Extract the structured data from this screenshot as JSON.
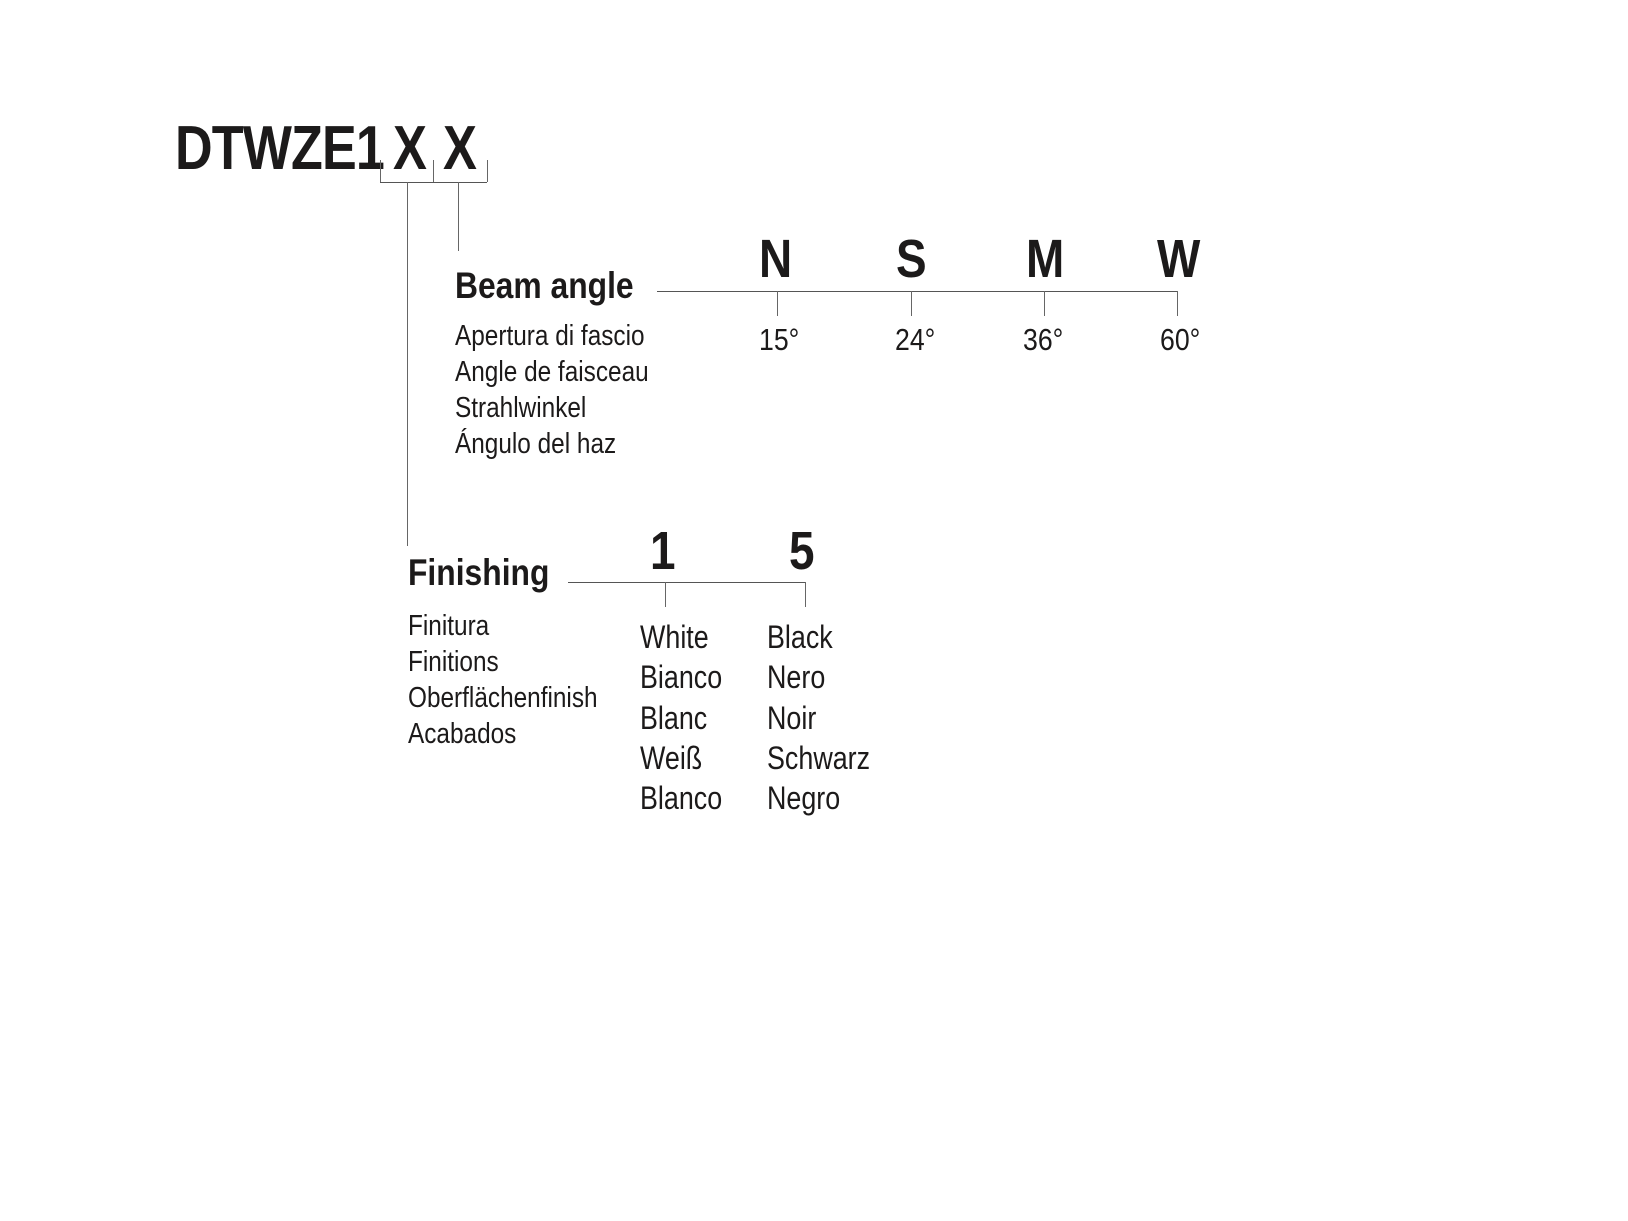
{
  "product_code": {
    "prefix": "DTWZE1",
    "placeholders": [
      "X",
      "X"
    ]
  },
  "beam_angle": {
    "title": "Beam angle",
    "translations": [
      "Apertura di fascio",
      "Angle de faisceau",
      "Strahlwinkel",
      "Ángulo del haz"
    ],
    "options": [
      {
        "code": "N",
        "value": "15°"
      },
      {
        "code": "S",
        "value": "24°"
      },
      {
        "code": "M",
        "value": "36°"
      },
      {
        "code": "W",
        "value": "60°"
      }
    ]
  },
  "finishing": {
    "title": "Finishing",
    "translations": [
      "Finitura",
      "Finitions",
      "Oberflächenfinish",
      "Acabados"
    ],
    "options": [
      {
        "code": "1",
        "names": [
          "White",
          "Bianco",
          "Blanc",
          "Weiß",
          "Blanco"
        ]
      },
      {
        "code": "5",
        "names": [
          "Black",
          "Nero",
          "Noir",
          "Schwarz",
          "Negro"
        ]
      }
    ]
  },
  "colors": {
    "text": "#1c1a1a",
    "lines": "#555555",
    "background": "#ffffff"
  }
}
